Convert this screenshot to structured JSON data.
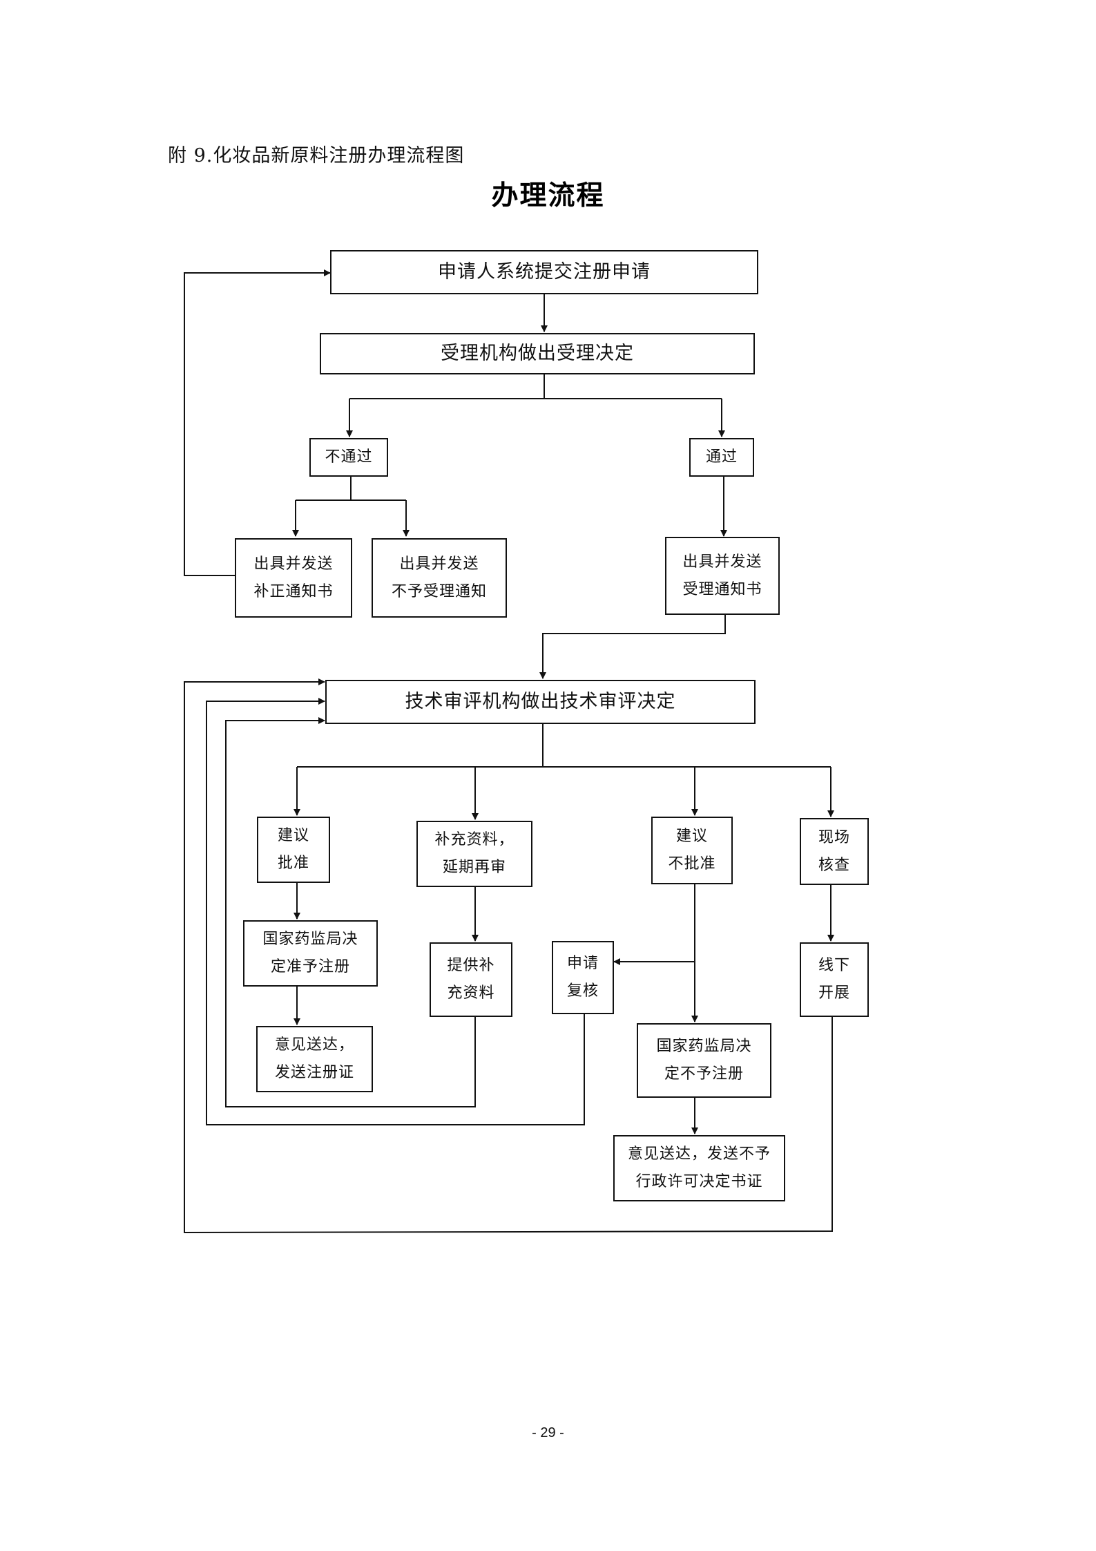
{
  "document": {
    "caption": "附 9.化妆品新原料注册办理流程图",
    "title": "办理流程",
    "page_number": "- 29 -"
  },
  "flowchart": {
    "nodes": {
      "submit": "申请人系统提交注册申请",
      "accept_decision": "受理机构做出受理决定",
      "not_pass": "不通过",
      "pass": "通过",
      "correction_notice": "出具并发送\n补正通知书",
      "rejection_notice": "出具并发送\n不予受理通知",
      "acceptance_notice": "出具并发送\n受理通知书",
      "tech_review": "技术审评机构做出技术审评决定",
      "suggest_approve": "建议\n批准",
      "supplement_extend": "补充资料，\n延期再审",
      "suggest_reject": "建议\n不批准",
      "onsite_check": "现场\n核查",
      "nmpa_approve": "国家药监局决\n定准予注册",
      "provide_supplement": "提供补\n充资料",
      "apply_recheck": "申请\n复核",
      "offline_proceed": "线下\n开展",
      "deliver_certificate": "意见送达，\n发送注册证",
      "nmpa_reject": "国家药监局决\n定不予注册",
      "deliver_rejection": "意见送达，发送不予\n行政许可决定书证"
    }
  }
}
